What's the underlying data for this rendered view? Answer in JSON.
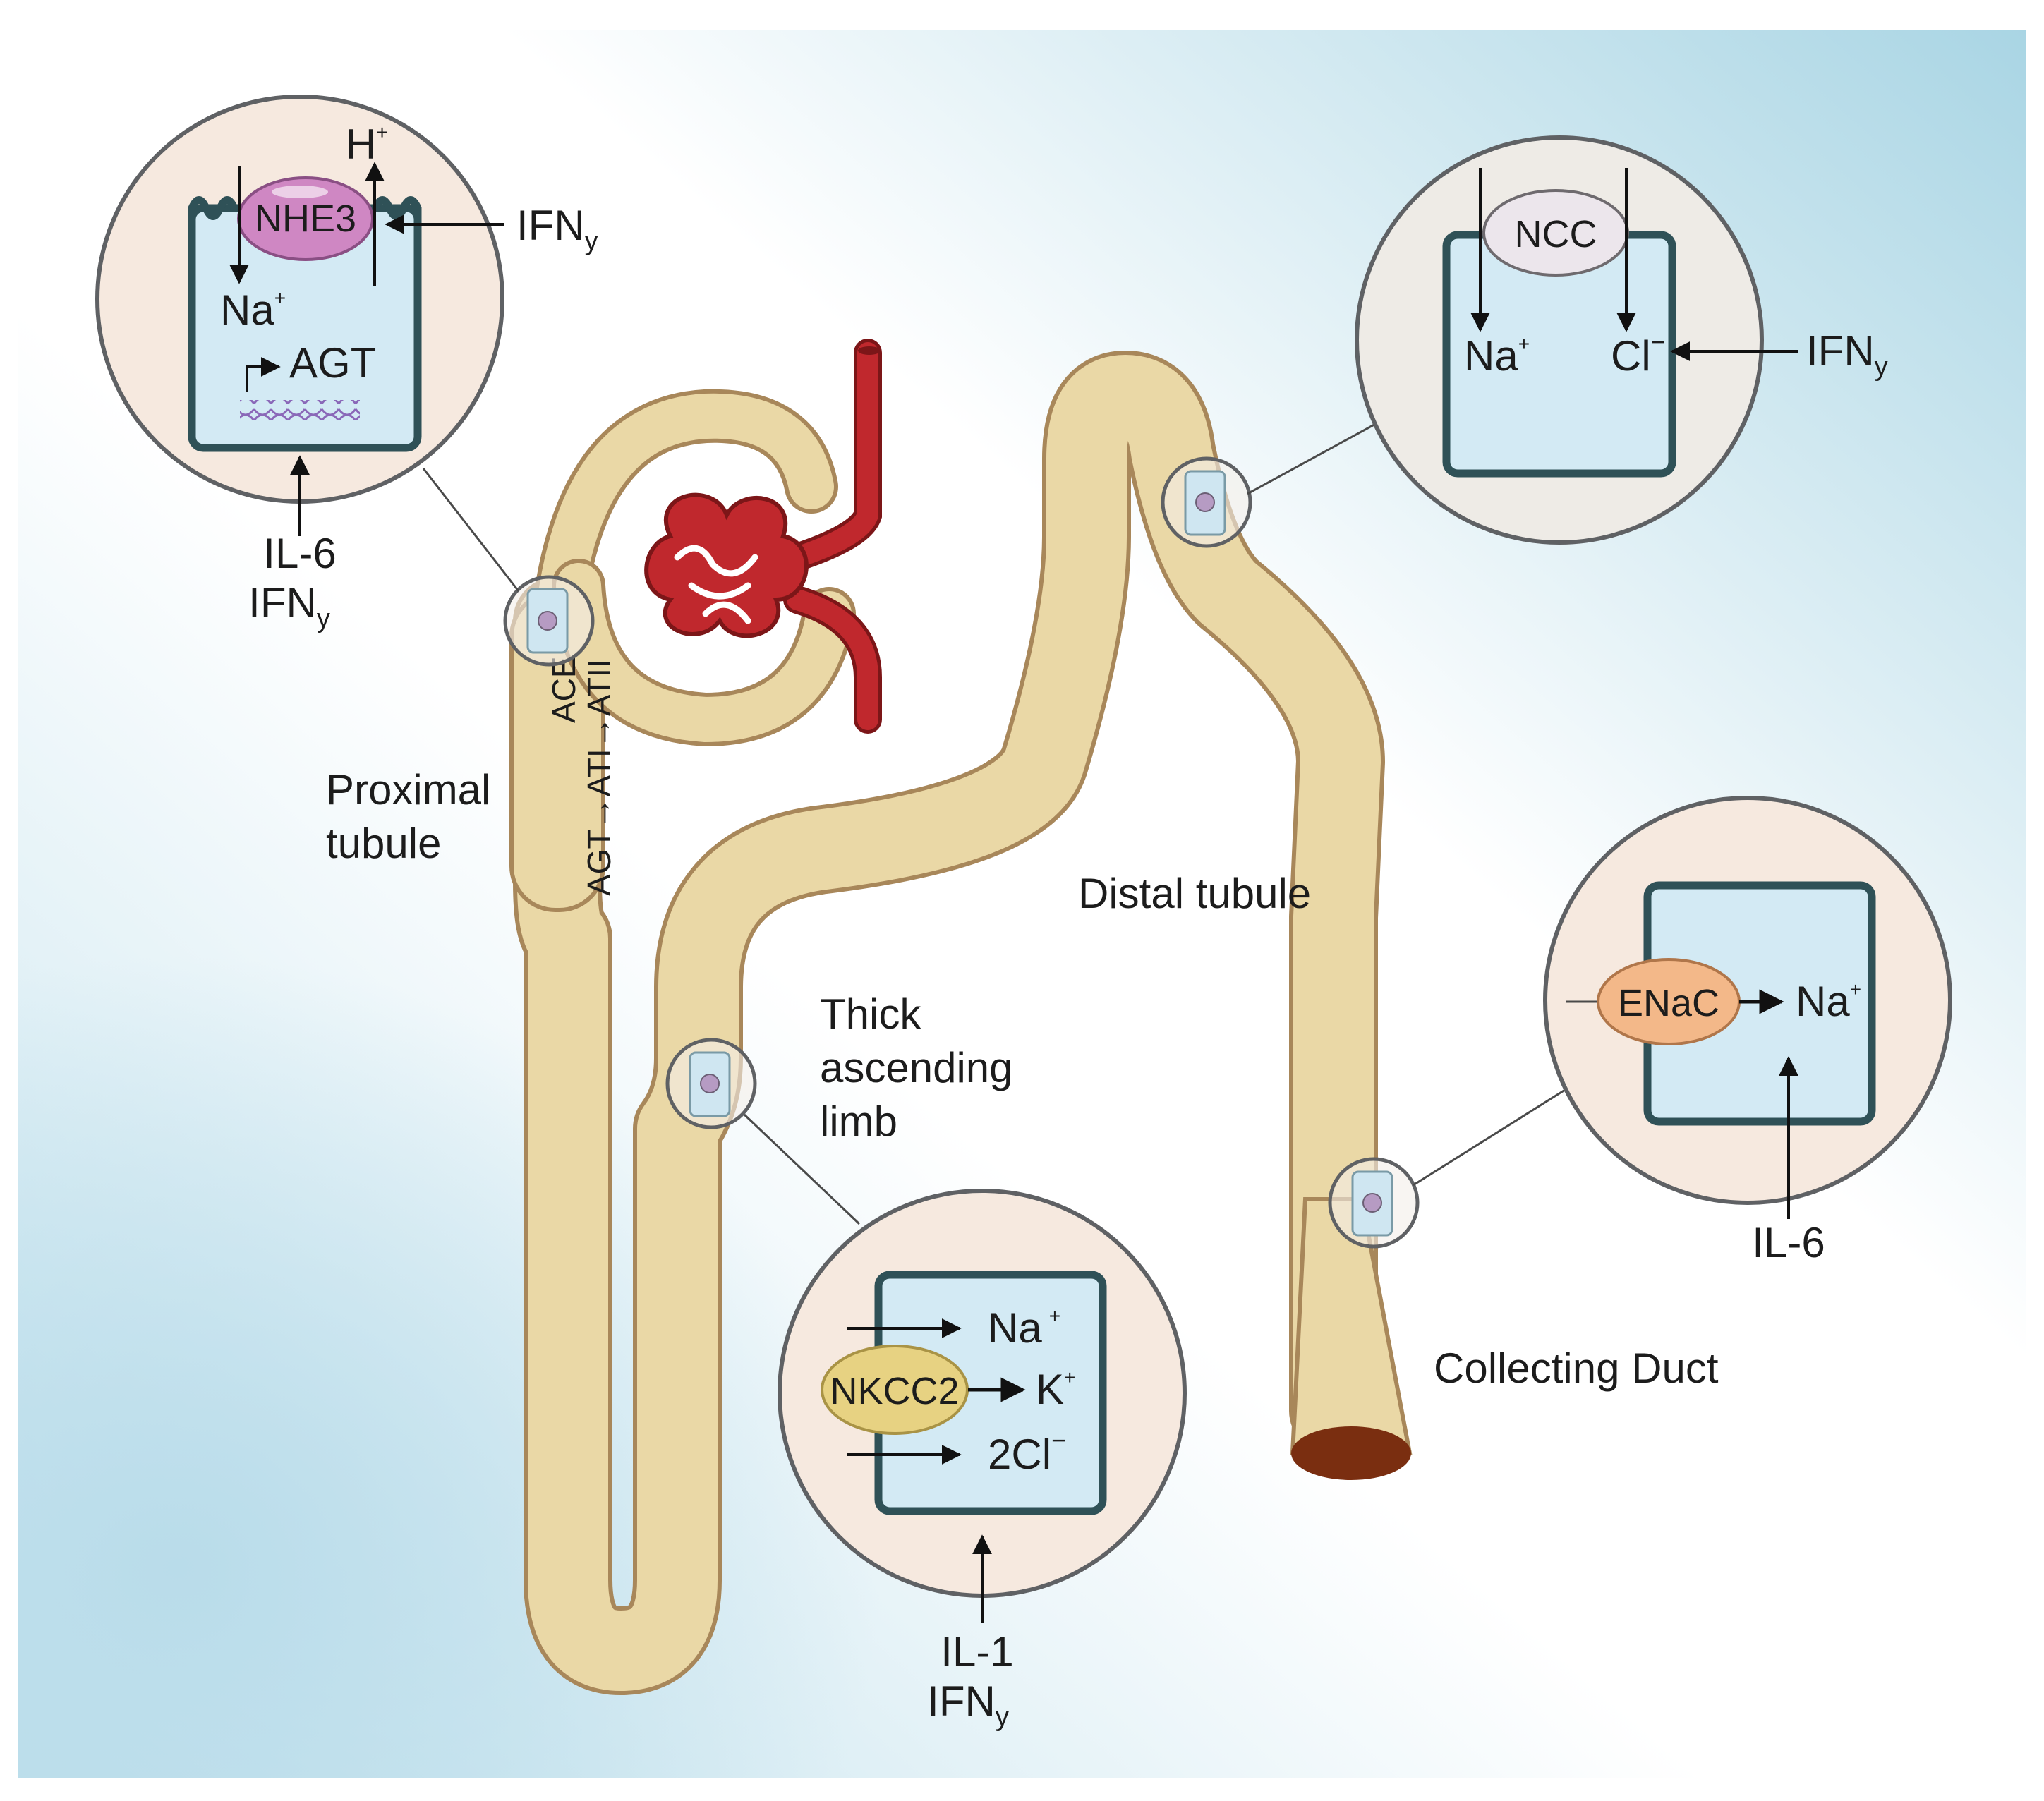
{
  "segments": {
    "proximal": "Proximal\ntubule",
    "thick_ascending": "Thick\nascending\nlimb",
    "distal": "Distal tubule",
    "collecting": "Collecting Duct"
  },
  "tubule_text": {
    "line1": "ACE",
    "line2": "AGT→ATI→ATII"
  },
  "proximal_cell": {
    "transporter": "NHE3",
    "ion_out": "H",
    "ion_out_charge": "+",
    "ion_in": "Na",
    "ion_in_charge": "+",
    "gene": "AGT",
    "regulator_side": "IFN",
    "regulator_side_sub": "y",
    "regulator_bottom_1": "IL-6",
    "regulator_bottom_2": "IFN",
    "regulator_bottom_2_sub": "y"
  },
  "distal_cell": {
    "transporter": "NCC",
    "ion_1": "Na",
    "ion_1_charge": "+",
    "ion_2": "Cl",
    "ion_2_charge": "−",
    "regulator": "IFN",
    "regulator_sub": "y"
  },
  "collecting_cell": {
    "transporter": "ENaC",
    "ion": "Na",
    "ion_charge": "+",
    "regulator": "IL-6"
  },
  "thick_cell": {
    "transporter": "NKCC2",
    "ion_1": "Na",
    "ion_1_charge": "+",
    "ion_2": "K",
    "ion_2_charge": "+",
    "ion_3": "2Cl",
    "ion_3_charge": "−",
    "regulator_1": "IL-1",
    "regulator_2": "IFN",
    "regulator_2_sub": "y"
  },
  "colors": {
    "tubule_fill": "#ead8a6",
    "tubule_edge": "#a8875a",
    "vessel": "#c0282d",
    "cell_fill": "#d3eaf4",
    "cell_edge": "#2f5157",
    "callout_bg": "#f6e9df",
    "nhe3": "#cf87c3",
    "ncc": "#ece6ec",
    "enac": "#f3b889",
    "nkcc2": "#e7d282",
    "duct_opening": "#7a2e10"
  }
}
